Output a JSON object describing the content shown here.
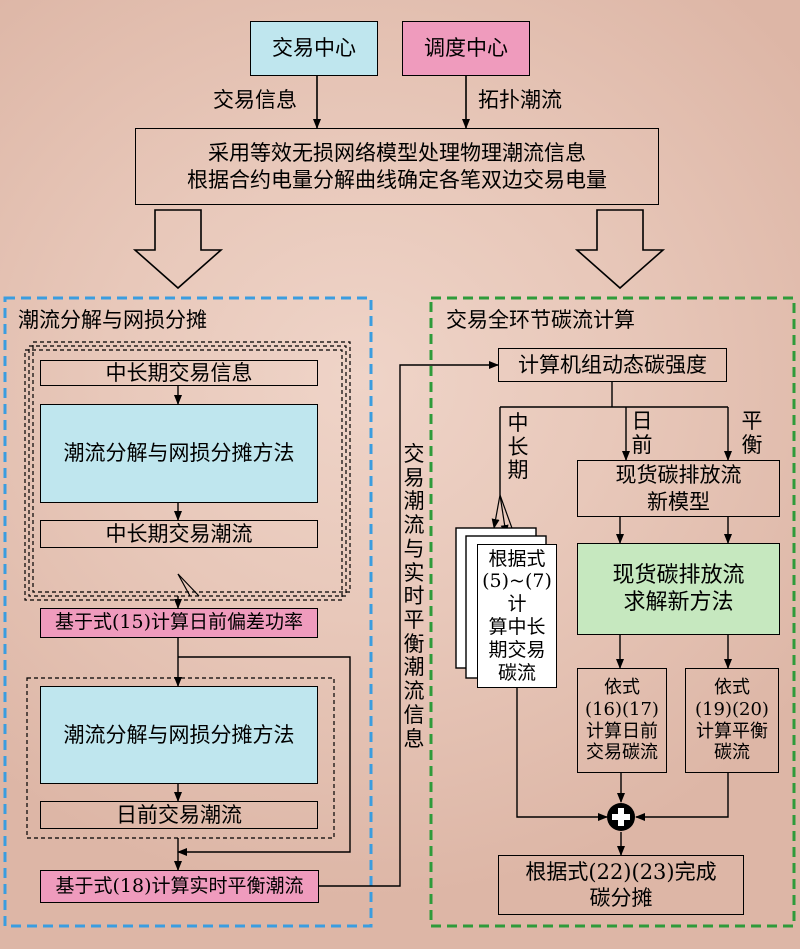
{
  "top": {
    "trade_center": "交易中心",
    "dispatch_center": "调度中心",
    "trade_info_label": "交易信息",
    "topology_label": "拓扑潮流",
    "main_box_line1": "采用等效无损网络模型处理物理潮流信息",
    "main_box_line2": "根据合约电量分解曲线确定各笔双边交易电量"
  },
  "left_panel": {
    "title": "潮流分解与网损分摊",
    "mid_long_info": "中长期交易信息",
    "method_1": "潮流分解与网损分摊方法",
    "mid_long_flow": "中长期交易潮流",
    "formula15": "基于式(15)计算日前偏差功率",
    "method_2": "潮流分解与网损分摊方法",
    "day_ahead_flow": "日前交易潮流",
    "formula18": "基于式(18)计算实时平衡潮流"
  },
  "middle_label": "交易潮流与实时平衡潮流信息",
  "right_panel": {
    "title": "交易全环节碳流计算",
    "dynamic_carbon": "计算机组动态碳强度",
    "branch_mid_long": "中长期",
    "branch_day_ahead": "日前",
    "branch_balance": "平衡",
    "spot_model": "现货碳排放流\n新模型",
    "spot_method": "现货碳排放流\n求解新方法",
    "formula5_7": "根据式\n(5)~(7)计\n算中长\n期交易\n碳流",
    "formula16_17": "依式\n(16)(17)\n计算日前\n交易碳流",
    "formula19_20": "依式\n(19)(20)\n计算平衡\n碳流",
    "final": "根据式(22)(23)完成\n碳分摊"
  },
  "colors": {
    "cyan": "#bfe6ee",
    "pink": "#ef9bbd",
    "green": "#c6e8bf",
    "left_border": "#3a9de0",
    "right_border": "#2e9b3a"
  }
}
